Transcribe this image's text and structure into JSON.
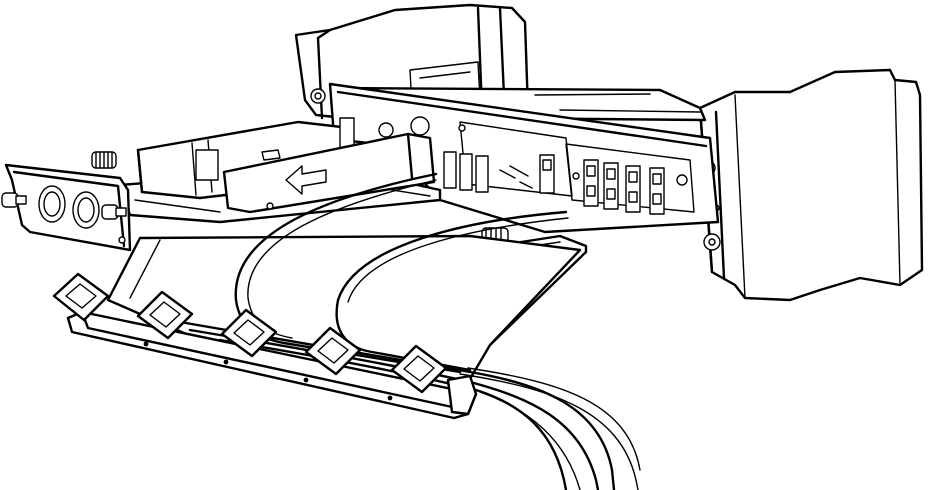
{
  "figure": {
    "background": "#ffffff",
    "line_color": "#000000",
    "parts": [
      {
        "name": "equipment-rack",
        "icon": "rack-frame"
      },
      {
        "name": "sliding-cassette-drawer",
        "icon": "drawer"
      },
      {
        "name": "direction-arrow",
        "icon": "left-arrow-icon"
      },
      {
        "name": "front-panel-with-connectors",
        "icon": "connector-panel"
      },
      {
        "name": "cable-management-bar",
        "icon": "cable-tray"
      },
      {
        "name": "fiber-cables",
        "icon": "cable-bundle"
      },
      {
        "name": "side-bracket",
        "icon": "bracket"
      }
    ]
  }
}
